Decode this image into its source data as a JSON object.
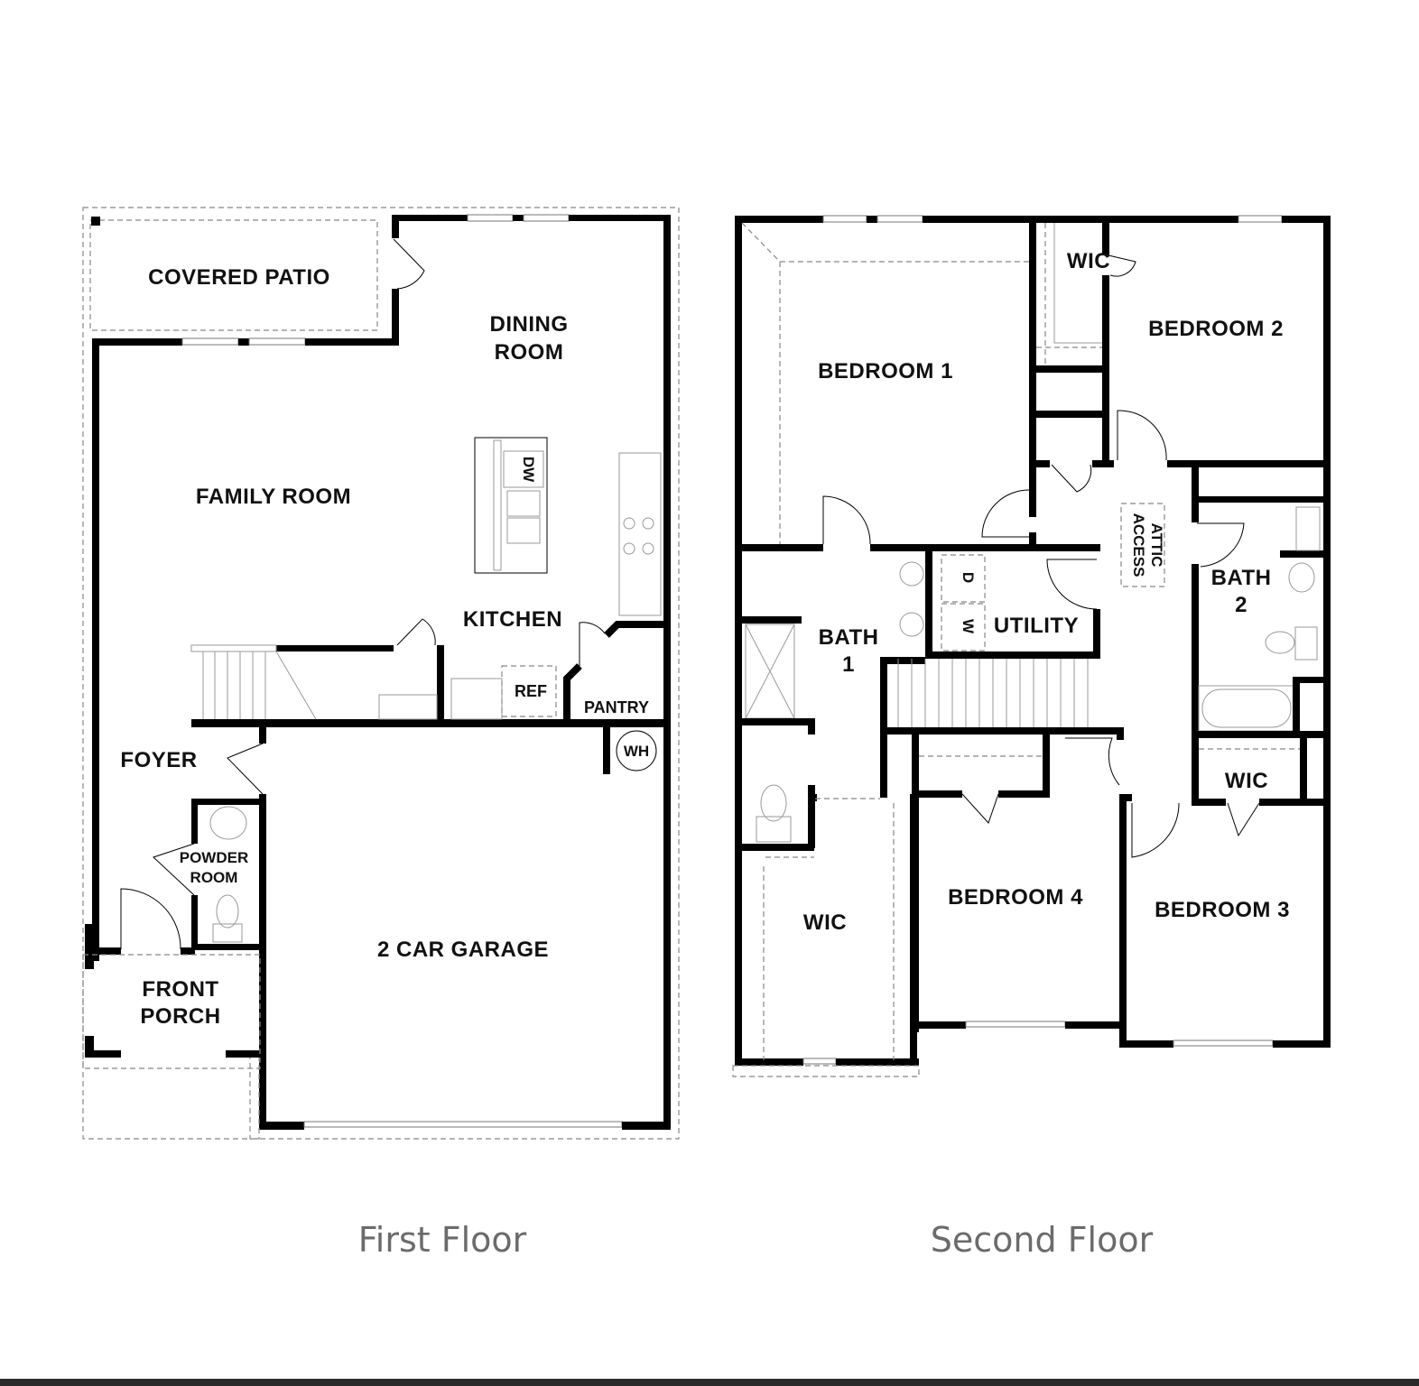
{
  "first_floor": {
    "caption": "First Floor",
    "rooms": {
      "covered_patio": "COVERED PATIO",
      "dining_1": "DINING",
      "dining_2": "ROOM",
      "family_room": "FAMILY ROOM",
      "kitchen": "KITCHEN",
      "dw": "DW",
      "ref": "REF",
      "pantry": "PANTRY",
      "wh": "WH",
      "foyer": "FOYER",
      "powder_1": "POWDER",
      "powder_2": "ROOM",
      "porch_1": "FRONT",
      "porch_2": "PORCH",
      "garage": "2 CAR GARAGE"
    }
  },
  "second_floor": {
    "caption": "Second Floor",
    "rooms": {
      "bedroom1": "BEDROOM 1",
      "wic_top": "WIC",
      "bedroom2": "BEDROOM 2",
      "attic_1": "ATTIC",
      "attic_2": "ACCESS",
      "bath1_1": "BATH",
      "bath1_2": "1",
      "d": "D",
      "w": "W",
      "utility": "UTILITY",
      "bath2_1": "BATH",
      "bath2_2": "2",
      "wic_right": "WIC",
      "wic_left": "WIC",
      "bedroom4": "BEDROOM 4",
      "bedroom3": "BEDROOM 3"
    }
  },
  "colors": {
    "wall": "#000000",
    "caption": "#6b6b6b",
    "background": "#ffffff"
  }
}
